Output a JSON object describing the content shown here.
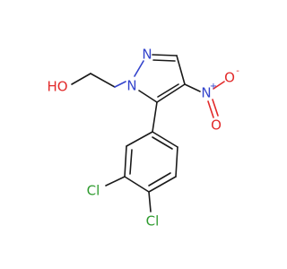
{
  "molecule": {
    "colors": {
      "carbon": "#1a1a1a",
      "nitrogen": "#3344cc",
      "oxygen": "#e22a2a",
      "chlorine": "#2e9b2e"
    },
    "labels": {
      "hydroxyl": "HO",
      "ring_n2": "N",
      "ring_n1": "N",
      "nitro_n": "N",
      "nitro_n_charge": "+",
      "nitro_o_minus": "O",
      "nitro_o_minus_charge": "-",
      "nitro_o": "O",
      "cl3": "Cl",
      "cl4": "Cl"
    }
  }
}
